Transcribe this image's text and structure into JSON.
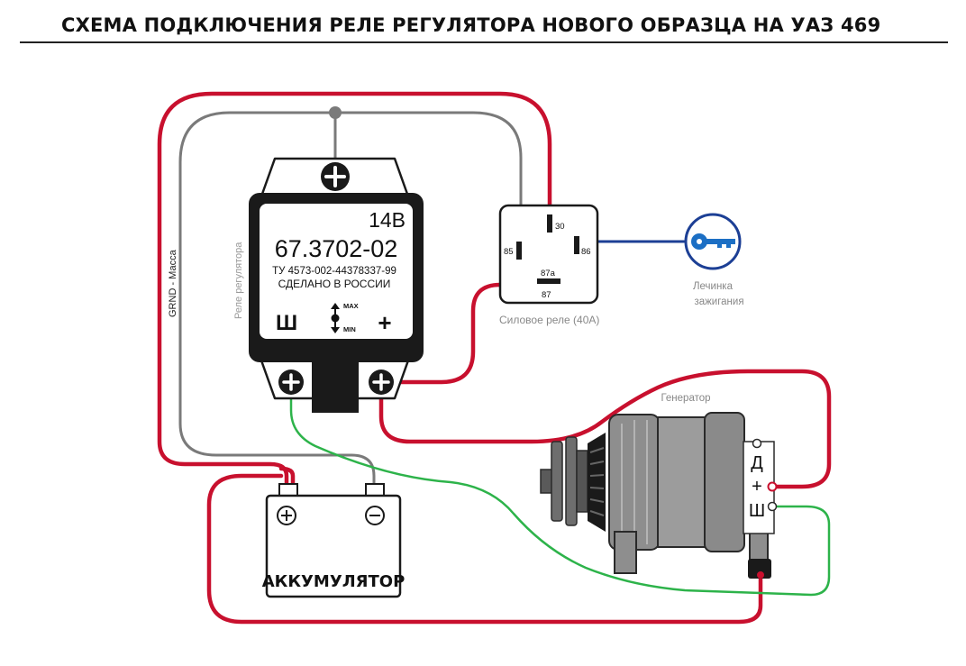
{
  "title": "СХЕМА ПОДКЛЮЧЕНИЯ РЕЛЕ РЕГУЛЯТОРА НОВОГО ОБРАЗЦА НА УАЗ 469",
  "regulator": {
    "side_label": "Реле регулятора",
    "voltage": "14В",
    "model": "67.3702-02",
    "spec": "ТУ 4573-002-44378337-99",
    "made_in": "СДЕЛАНО В РОССИИ",
    "terminal_sh": "Ш",
    "terminal_plus": "+",
    "adj_max": "MAX",
    "adj_min": "MIN"
  },
  "ground_wire_label": "GRND - Масса",
  "relay": {
    "caption": "Силовое реле (40А)",
    "pin_30": "30",
    "pin_85": "85",
    "pin_86": "86",
    "pin_87a": "87a",
    "pin_87": "87"
  },
  "ignition": {
    "label_line1": "Лечинка",
    "label_line2": "зажигания"
  },
  "generator": {
    "caption": "Генератор",
    "terminal_d": "Д",
    "terminal_plus": "+",
    "terminal_sh": "Ш"
  },
  "battery": {
    "label": "АККУМУЛЯТОР"
  },
  "colors": {
    "positive_wire": "#c8102e",
    "ground_wire": "#7a7a7a",
    "field_wire": "#2db34a",
    "ignition_wire": "#1c3f95",
    "key_blue": "#1c6fc4"
  }
}
